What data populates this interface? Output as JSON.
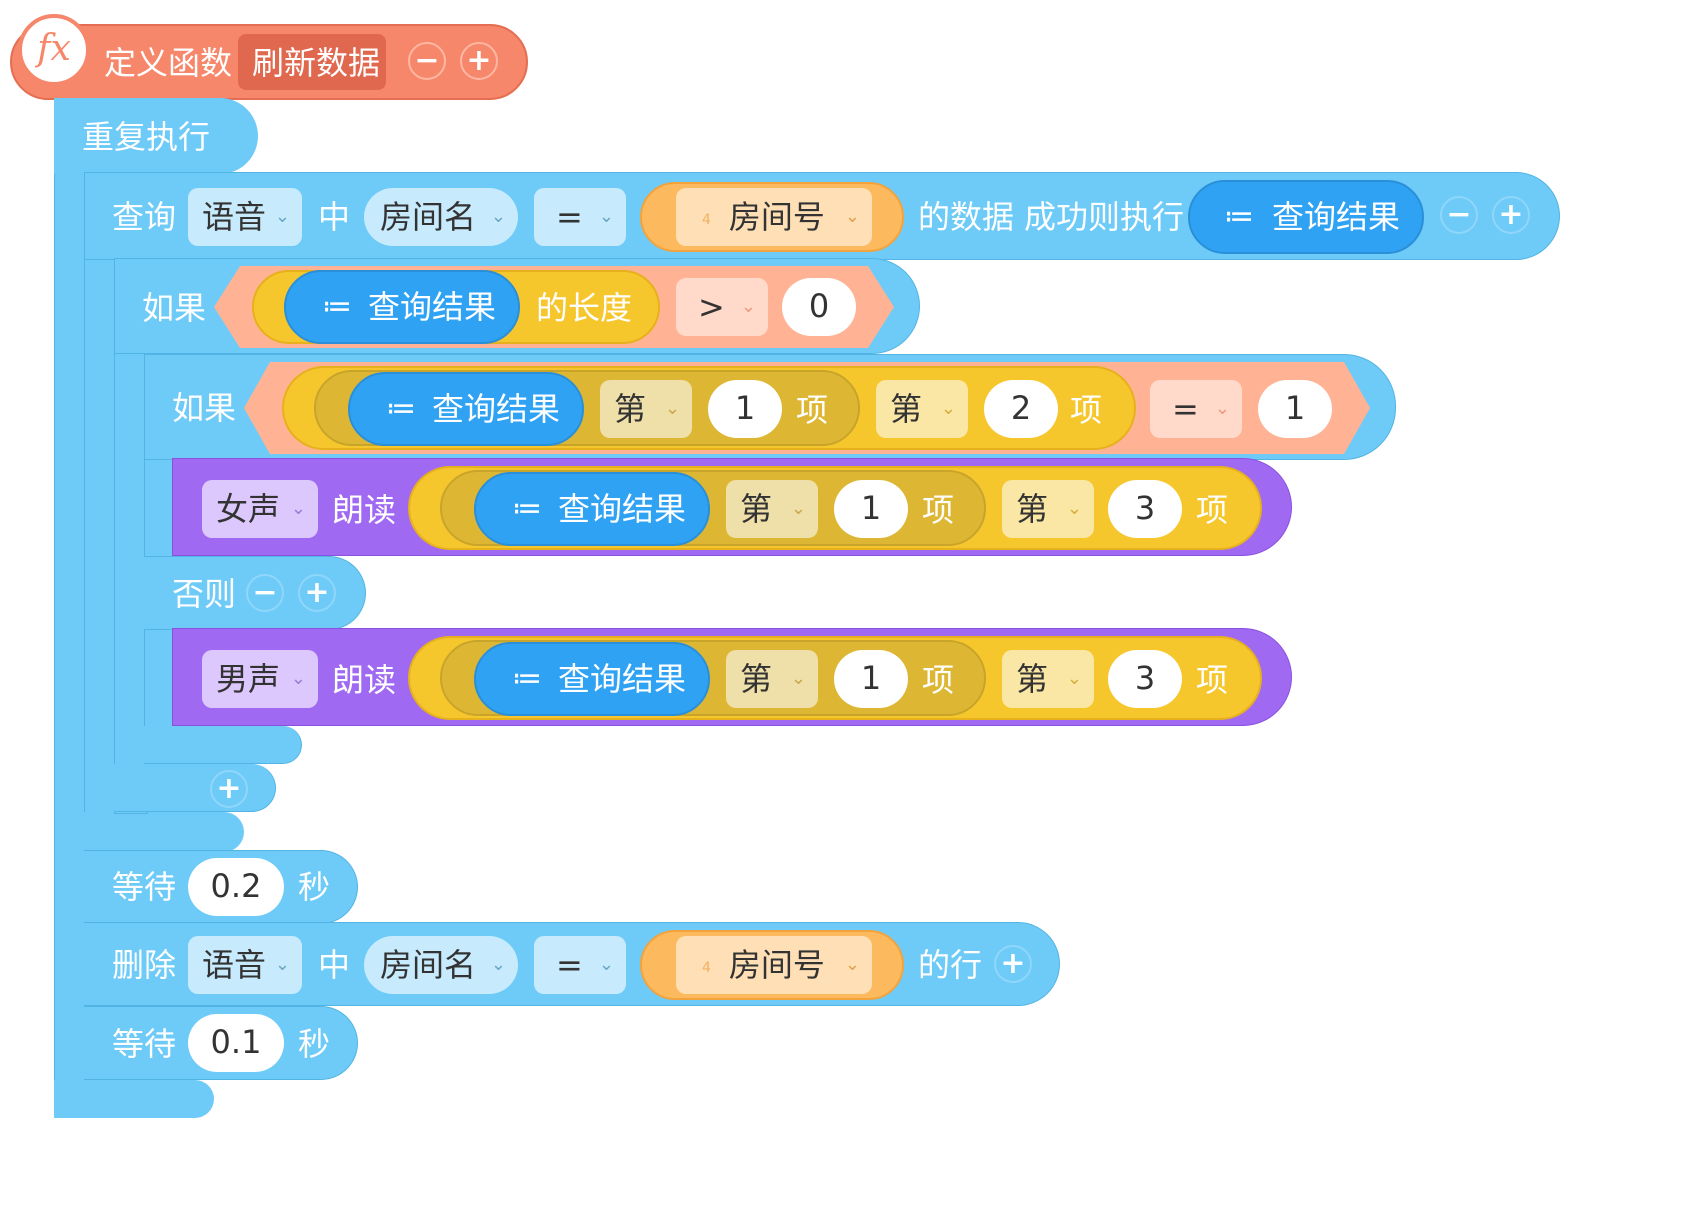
{
  "colors": {
    "control": "#6ecbf7",
    "function": "#f6876a",
    "variable": "#fdb95e",
    "list": "#2fa2f4",
    "list_item": "#f6c62d",
    "list_item_inner": "#ddb734",
    "speech": "#a069f2",
    "compare": "#ffb394"
  },
  "func": {
    "icon": "fx-icon",
    "keyword": "定义函数",
    "name": "刷新数据",
    "minus": "−",
    "plus": "+"
  },
  "loop": {
    "label": "重复执行"
  },
  "query": {
    "label_query": "查询",
    "table": "语音",
    "label_in": "中",
    "field": "房间名",
    "op": "=",
    "var_badge": "4",
    "var_name": "房间号",
    "label_data": "的数据",
    "label_success": "成功则执行",
    "result": "查询结果",
    "minus": "−",
    "plus": "+"
  },
  "if1": {
    "label": "如果",
    "list": "查询结果",
    "length_label": "的长度",
    "op": ">",
    "value": "0"
  },
  "if2": {
    "label": "如果",
    "list": "查询结果",
    "nth": "第",
    "idx1": "1",
    "item": "项",
    "idx2": "2",
    "op": "=",
    "value": "1"
  },
  "say_female": {
    "voice": "女声",
    "action": "朗读",
    "list": "查询结果",
    "nth": "第",
    "idx1": "1",
    "item": "项",
    "idx2": "3"
  },
  "else": {
    "label": "否则",
    "minus": "−",
    "plus": "+"
  },
  "say_male": {
    "voice": "男声",
    "action": "朗读",
    "list": "查询结果",
    "nth": "第",
    "idx1": "1",
    "item": "项",
    "idx2": "3"
  },
  "add_branch": {
    "plus": "+"
  },
  "wait1": {
    "label": "等待",
    "value": "0.2",
    "unit": "秒"
  },
  "delete": {
    "label": "删除",
    "table": "语音",
    "label_in": "中",
    "field": "房间名",
    "op": "=",
    "var_badge": "4",
    "var_name": "房间号",
    "label_rows": "的行",
    "plus": "+"
  },
  "wait2": {
    "label": "等待",
    "value": "0.1",
    "unit": "秒"
  },
  "chevron": "⌄",
  "list_glyph": "≔"
}
